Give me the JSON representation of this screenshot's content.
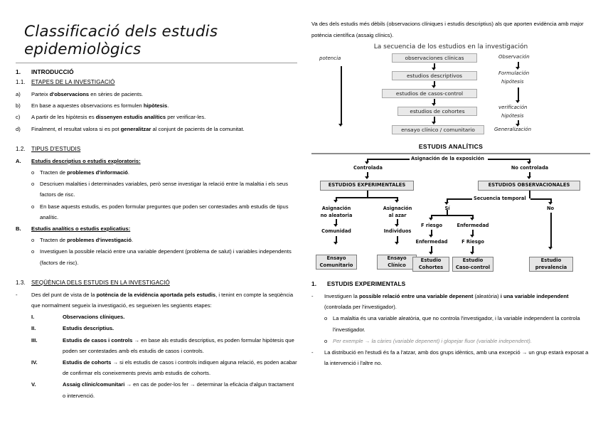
{
  "document": {
    "title": "Classificació dels estudis epidemiològics"
  },
  "left": {
    "section1": {
      "num": "1.",
      "label": "INTRODUCCIÓ"
    },
    "section11": {
      "num": "1.1.",
      "label": "ETAPES DE LA INVESTIGACIÓ"
    },
    "etapes": [
      {
        "mark": "a)",
        "pre": "Parteix ",
        "bold": "d'observacions",
        "post": " en sèries de pacients."
      },
      {
        "mark": "b)",
        "pre": "En base a aquestes observacions es formulen ",
        "bold": "hipòtesis",
        "post": "."
      },
      {
        "mark": "c)",
        "pre": "A partir de les hipòtesis es ",
        "bold": "dissenyen estudis analítics",
        "post": " per verificar-les."
      },
      {
        "mark": "d)",
        "pre": "Finalment, el resultat valora si es pot ",
        "bold": "generalitzar",
        "post": " al conjunt de pacients de la comunitat."
      }
    ],
    "section12": {
      "num": "1.2.",
      "label": "TIPUS D'ESTUDIS"
    },
    "typeA": {
      "mark": "A.",
      "label": "Estudis descriptius o estudis exploratoris"
    },
    "typeA_items": [
      {
        "pre": "Tracten de ",
        "bold": "problemes d'informació",
        "post": "."
      },
      {
        "pre": "Descriuen malalties i determinades variables, però sense investigar la relació entre la malaltia i els seus factors de risc.",
        "bold": "",
        "post": ""
      },
      {
        "pre": "En base aquests estudis, es poden formular preguntes que poden ser contestades amb estudis de tipus analític.",
        "bold": "",
        "post": ""
      }
    ],
    "typeB": {
      "mark": "B.",
      "label": "Estudis analítics o estudis explicatius:"
    },
    "typeB_items": [
      {
        "pre": "Tracten de ",
        "bold": "problemes d'investigació",
        "post": "."
      },
      {
        "pre": "Investiguen la possible relació entre una variable dependent (problema de salut) i variables independents (factors de risc).",
        "bold": "",
        "post": ""
      }
    ],
    "section13": {
      "num": "1.3.",
      "label": "SEQÜÈNCIA DELS ESTUDIS EN LA INVESTIGACIÓ"
    },
    "seq_intro": {
      "mark": "-",
      "pre": "Des del punt de vista de la ",
      "bold": "potència de la evidència aportada pels estudis",
      "post": ", i tenint en compte la seqüència que normalment segueix la investigació, es segueixen les següents etapes:"
    },
    "seq_items": [
      {
        "mark": "I.",
        "bold": "Observacions clíniques.",
        "rest": ""
      },
      {
        "mark": "II.",
        "bold": "Estudis descriptius.",
        "rest": ""
      },
      {
        "mark": "III.",
        "bold": "Estudis de casos i controls",
        "rest": " → en base als estudis descriptius, es poden formular hipòtesis que poden ser contestades amb els estudis de casos i controls."
      },
      {
        "mark": "IV.",
        "bold": "Estudis de cohorts",
        "rest": " → si els estudis de casos i controls indiquen alguna relació, es poden acabar de confirmar els coneixements previs amb estudis de cohorts."
      },
      {
        "mark": "V.",
        "bold": "Assaig clínic/comunitari",
        "rest": " → en cas de poder-los fer → determinar la eficàcia d'algun tractament o intervenció."
      }
    ]
  },
  "right": {
    "intro": "Va des dels estudis més dèbils (observacions clíniques i estudis descriptius) als que aporten evidència amb major potència científica (assaig clínics).",
    "diagram1": {
      "caption": "La secuencia de los estudios en la investigación",
      "left_label": "potencia",
      "boxes": [
        "observaciones clínicas",
        "estudios descriptivos",
        "estudios de casos-control",
        "estudios de cohortes",
        "ensayo clínico / comunitario"
      ],
      "right_labels": [
        "Observación",
        "Formulación",
        "hipótesis",
        "verificación",
        "hipótesis",
        "Generalización"
      ]
    },
    "section_head": "ESTUDIS ANALÍTICS",
    "diagram2": {
      "root": "Asignación de la exposición",
      "branch_left": "Controlada",
      "branch_right": "No controlada",
      "box_experimental": "ESTUDIOS EXPERIMENTALES",
      "box_observational": "ESTUDIOS OBSERVACIONALES",
      "exp_left_label": "Asignación\nno aleatoria",
      "exp_left_l1": "Asignación",
      "exp_left_l2": "no aleatoria",
      "exp_right_l1": "Asignación",
      "exp_right_l2": "al azar",
      "exp_left_sub": "Comunidad",
      "exp_right_sub": "Individuos",
      "obs_root": "Secuencia temporal",
      "obs_yes": "Sí",
      "obs_no": "No",
      "obs_yes_left": "F riesgo",
      "obs_yes_right": "Enfermedad",
      "obs_yes_left_sub": "Enfermedad",
      "obs_yes_right_sub": "F Riesgo",
      "final_boxes": [
        {
          "l1": "Ensayo",
          "l2": "Comunitario"
        },
        {
          "l1": "Ensayo",
          "l2": "Clínico"
        },
        {
          "l1": "Estudio",
          "l2": "Cohortes"
        },
        {
          "l1": "Estudio",
          "l2": "Caso-control"
        },
        {
          "l1": "Estudio",
          "l2": "prevalencia"
        }
      ]
    },
    "section_exp": {
      "num": "1.",
      "label": "ESTUDIS EXPERIMENTALS"
    },
    "exp_items": [
      {
        "mark": "-",
        "pre": "Investiguen la ",
        "bold": "possible relació entre una variable depenent",
        "mid": " (aleatòria) ",
        "bold2": "i una variable independent",
        "post": " (controlada per l'investigador)."
      }
    ],
    "exp_sub1": "La malaltia és una variable aleatòria, que no controla l'investigador, i la variable independent la controla l'investigador.",
    "exp_sub2": "Per exemple → la càries (variable depenent) i glopejar fluor (variable independent).",
    "exp_last": {
      "mark": "-",
      "text": "La distribució en l'estudi és fa a l'atzar, amb dos grups idèntics, amb una excepció → un grup estarà exposat a la intervenció i l'altre no."
    }
  }
}
